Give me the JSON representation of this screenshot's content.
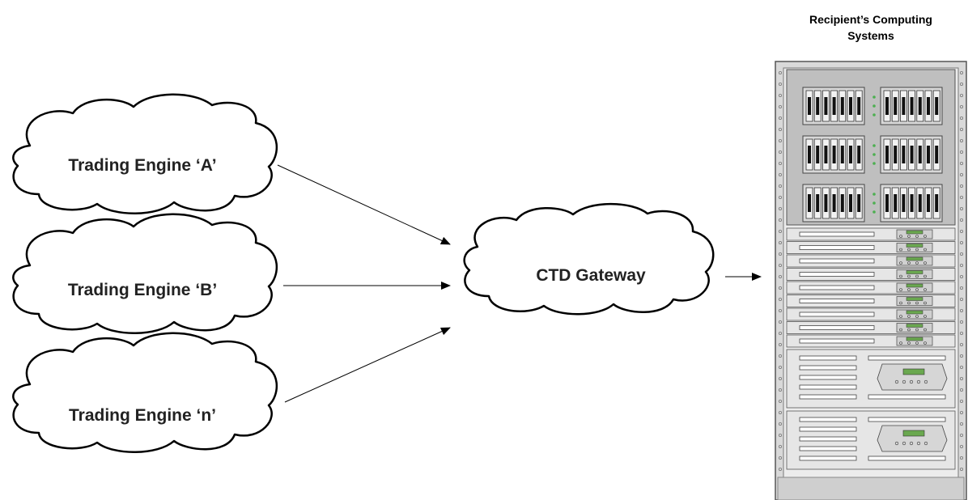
{
  "sources": [
    {
      "label": "Trading Engine ‘A’"
    },
    {
      "label": "Trading Engine ‘B’"
    },
    {
      "label": "Trading Engine ‘n’"
    }
  ],
  "gateway": {
    "label": "CTD Gateway"
  },
  "recipient": {
    "title_line1": "Recipient’s Computing",
    "title_line2": "Systems"
  },
  "colors": {
    "stroke": "#000000",
    "rack_frame": "#d9d9d9",
    "rack_panel": "#bfbfbf",
    "lcd": "#6aa84f"
  }
}
